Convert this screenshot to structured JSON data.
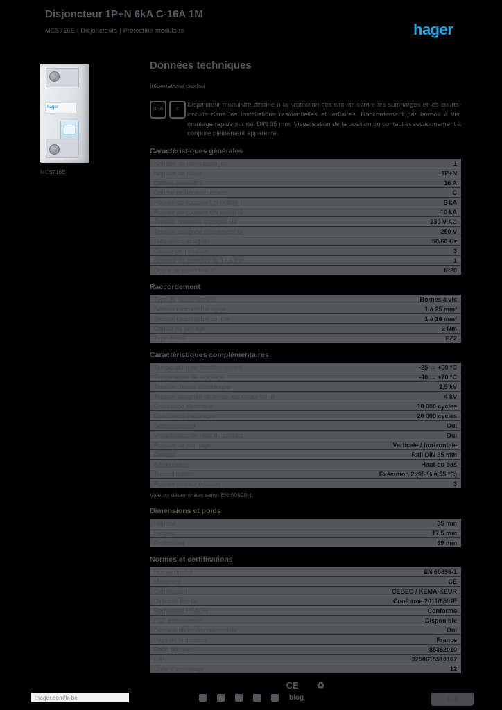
{
  "colors": {
    "background": "#000000",
    "accent_blue": "#1ca6e3",
    "panel_gray": "#54565a",
    "text_gray": "#56585b"
  },
  "header": {
    "title": "Disjoncteur 1P+N 6kA C-16A 1M",
    "subtitle": "MCS716E | Disjoncteurs | Protection modulaire",
    "logo_text": "hager"
  },
  "product": {
    "caption": "MCS716E",
    "label_text": "hager"
  },
  "main": {
    "heading": "Données techniques",
    "subheading": "Informations produit",
    "intro": {
      "icons": [
        {
          "name": "pole-configuration-icon",
          "glyph": "1P+N"
        },
        {
          "name": "trip-curve-icon",
          "glyph": "C"
        }
      ],
      "paragraph": "Disjoncteur modulaire destiné à la protection des circuits contre les surcharges et les courts-circuits dans les installations résidentielles et tertiaires. Raccordement par bornes à vis, montage rapide sur rail DIN 35 mm. Visualisation de la position du contact et sectionnement à coupure pleinement apparente."
    },
    "sections": [
      {
        "title": "Caractéristiques générales",
        "rows": [
          [
            "Nombre de pôles protégés",
            "1"
          ],
          [
            "Nombre de pôles",
            "1P+N"
          ],
          [
            "Calibre nominal In",
            "16 A"
          ],
          [
            "Courbe de déclenchement",
            "C"
          ],
          [
            "Pouvoir de coupure EN 60898-1",
            "6 kA"
          ],
          [
            "Pouvoir de coupure EN 60947-2",
            "10 kA"
          ],
          [
            "Tension nominale d'emploi Ue",
            "230 V AC"
          ],
          [
            "Tension assignée d'isolement Ui",
            "250 V"
          ],
          [
            "Fréquence assignée",
            "50/60 Hz"
          ],
          [
            "Classe de limitation",
            "3"
          ],
          [
            "Nombre de modules de 17,5 mm",
            "1"
          ],
          [
            "Degré de protection IP",
            "IP20"
          ]
        ]
      },
      {
        "title": "Raccordement",
        "rows": [
          [
            "Type de raccordement",
            "Bornes à vis"
          ],
          [
            "Section raccordable rigide",
            "1 à 25 mm²"
          ],
          [
            "Section raccordable souple",
            "1 à 16 mm²"
          ],
          [
            "Couple de serrage",
            "2 Nm"
          ],
          [
            "Type d'outil",
            "PZ2"
          ]
        ]
      },
      {
        "title": "Caractéristiques complémentaires",
        "rows": [
          [
            "Température de fonctionnement",
            "-25 → +60 °C"
          ],
          [
            "Température de stockage",
            "-40 → +70 °C"
          ],
          [
            "Tension d'essai diélectrique",
            "2,5 kV"
          ],
          [
            "Tension assignée de tenue aux chocs Uimp",
            "4 kV"
          ],
          [
            "Endurance électrique",
            "10 000 cycles"
          ],
          [
            "Endurance mécanique",
            "20 000 cycles"
          ],
          [
            "Sectionnement",
            "Oui"
          ],
          [
            "Visualisation de l'état du contact",
            "Oui"
          ],
          [
            "Position de montage",
            "Verticale / horizontale"
          ],
          [
            "Fixation",
            "Rail DIN 35 mm"
          ],
          [
            "Alimentation",
            "Haut ou bas"
          ],
          [
            "Tropicalisation",
            "Exécution 2 (95 % à 55 °C)"
          ],
          [
            "Pouvoir limiteur (classe)",
            "3"
          ]
        ],
        "note": "Valeurs déterminées selon EN 60898-1."
      },
      {
        "title": "Dimensions et poids",
        "rows": [
          [
            "Hauteur",
            "85 mm"
          ],
          [
            "Largeur",
            "17,5 mm"
          ],
          [
            "Profondeur",
            "69 mm"
          ]
        ]
      },
      {
        "title": "Normes et certifications",
        "rows": [
          [
            "Norme produit",
            "EN 60898-1"
          ],
          [
            "Marquage",
            "CE"
          ],
          [
            "Certification",
            "CEBEC / KEMA-KEUR"
          ],
          [
            "Directive RoHS",
            "Conforme 2011/65/UE"
          ],
          [
            "Règlement REACH",
            "Conforme"
          ],
          [
            "PEP ecopassport",
            "Disponible"
          ],
          [
            "Déclaration environnementale",
            "Oui"
          ],
          [
            "Pays de fabrication",
            "France"
          ],
          [
            "Code douanier",
            "85362010"
          ],
          [
            "EAN",
            "3250615510167"
          ],
          [
            "Unité d'emballage",
            "12"
          ]
        ]
      }
    ],
    "certification_marks": [
      "CE",
      "♻"
    ]
  },
  "footer": {
    "url": ":hager.com/fr-be",
    "social_icons": [
      "facebook-icon",
      "twitter-icon",
      "linkedin-icon",
      "youtube-icon",
      "instagram-icon"
    ],
    "blog_label": "blog",
    "page_badge": "1 / 2"
  }
}
